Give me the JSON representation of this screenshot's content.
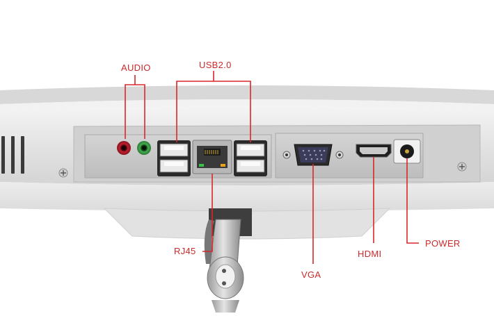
{
  "labels": {
    "audio": "AUDIO",
    "usb": "USB2.0",
    "rj45": "RJ45",
    "vga": "VGA",
    "hdmi": "HDMI",
    "power": "POWER"
  },
  "colors": {
    "label_text": "#cc2a2a",
    "callout_line": "#d9262c",
    "panel_plate": "#c8c8c8",
    "bezel": "#e6e6e6",
    "audio_in": "#c0202e",
    "audio_out": "#3aa24a"
  },
  "icons": {
    "audio_jacks": "audio-jack-icon",
    "usb_ports": "usb-port-icon",
    "ethernet_port": "ethernet-port-icon",
    "vga_port": "vga-port-icon",
    "hdmi_port": "hdmi-port-icon",
    "power_jack": "dc-power-jack-icon",
    "screws": "screw-icon"
  }
}
